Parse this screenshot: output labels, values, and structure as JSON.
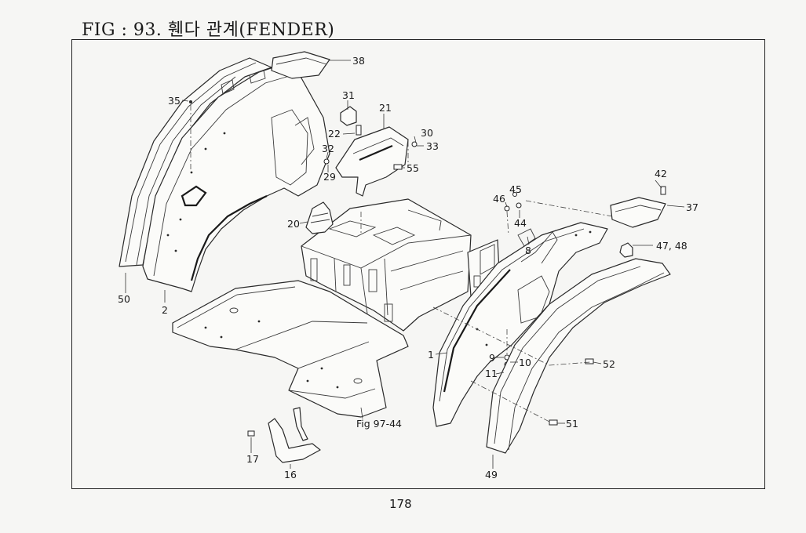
{
  "title": "FIG : 93. 휀다 관계(FENDER)",
  "page_number": "178",
  "callouts": {
    "c1": "1",
    "c2": "2",
    "c8": "8",
    "c9": "9",
    "c10": "10",
    "c11": "11",
    "c16": "16",
    "c17": "17",
    "c20": "20",
    "c21": "21",
    "c22": "22",
    "c29": "29",
    "c30": "30",
    "c31": "31",
    "c32": "32",
    "c33": "33",
    "c35": "35",
    "c37": "37",
    "c38": "38",
    "c42": "42",
    "c44": "44",
    "c45": "45",
    "c46": "46",
    "c4748": "47, 48",
    "c49": "49",
    "c50": "50",
    "c51": "51",
    "c52": "52",
    "c55": "55",
    "fig_ref": "Fig 97-44"
  }
}
